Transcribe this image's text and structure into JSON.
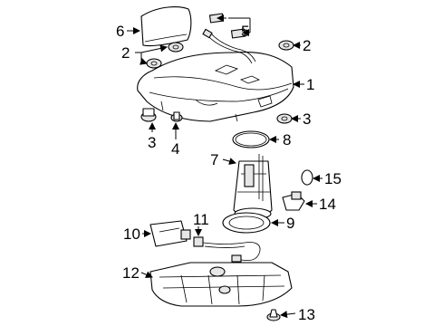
{
  "callouts": {
    "c1": "1",
    "c2a": "2",
    "c2b": "2",
    "c3a": "3",
    "c3b": "3",
    "c4": "4",
    "c5": "5",
    "c6": "6",
    "c7": "7",
    "c8": "8",
    "c9": "9",
    "c10": "10",
    "c11": "11",
    "c12": "12",
    "c13": "13",
    "c14": "14",
    "c15": "15"
  }
}
